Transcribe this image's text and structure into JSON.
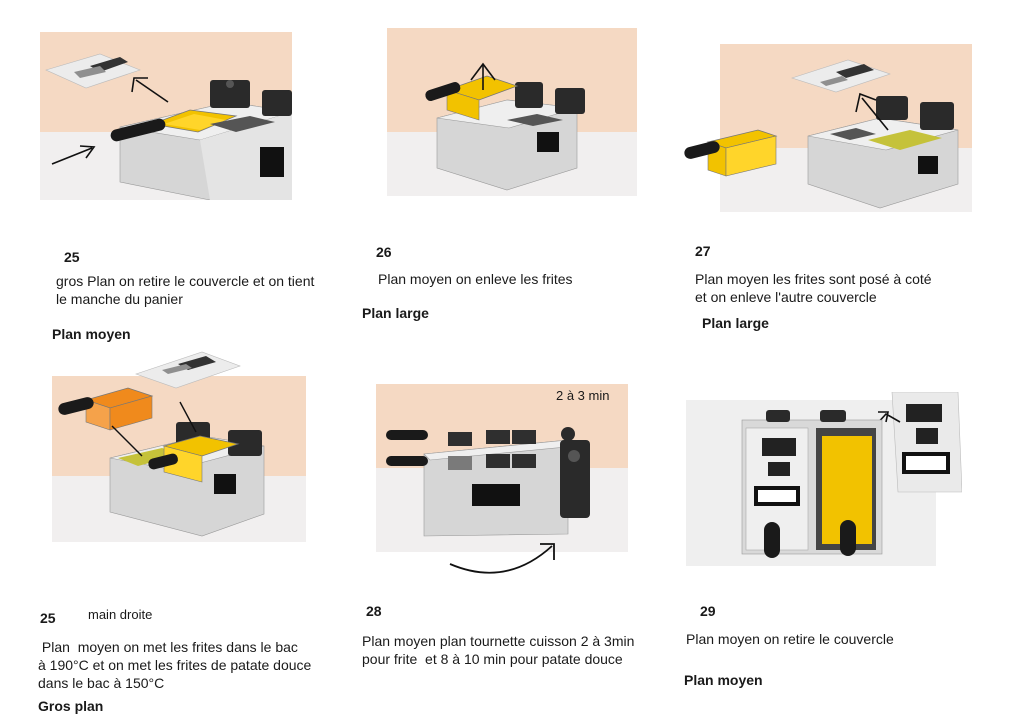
{
  "colors": {
    "background_peach": "#f5d9c3",
    "floor": "#f1efef",
    "steel": "#d9d9d9",
    "fries": "#f2c200",
    "oil": "#c5c23a",
    "sweet_potato": "#f08a1c",
    "handle": "#1a1a1a"
  },
  "steps": [
    {
      "number": "25",
      "description": [
        "gros Plan on retire le couvercle et on tient",
        "le manche du panier"
      ],
      "shot": "Plan moyen"
    },
    {
      "number": "26",
      "description": [
        "Plan moyen on enleve les frites"
      ],
      "shot": "Plan large"
    },
    {
      "number": "27",
      "description": [
        "Plan moyen les frites sont posé à coté",
        "et on enleve l'autre couvercle"
      ],
      "shot": "Plan large"
    },
    {
      "number": "25",
      "note": "main droite",
      "description": [
        " Plan  moyen on met les frites dans le bac",
        "à 190°C et on met les frites de patate douce",
        "dans le bac à 150°C"
      ],
      "shot": "Gros plan"
    },
    {
      "number": "28",
      "description": [
        "Plan moyen plan tournette cuisson 2 à 3min",
        "pour frite  et 8 à 10 min pour patate douce"
      ],
      "shot": ""
    },
    {
      "number": "29",
      "description": [
        "Plan moyen on retire le couvercle"
      ],
      "shot": "Plan moyen"
    }
  ],
  "panel5_label": "2 à 3 min"
}
